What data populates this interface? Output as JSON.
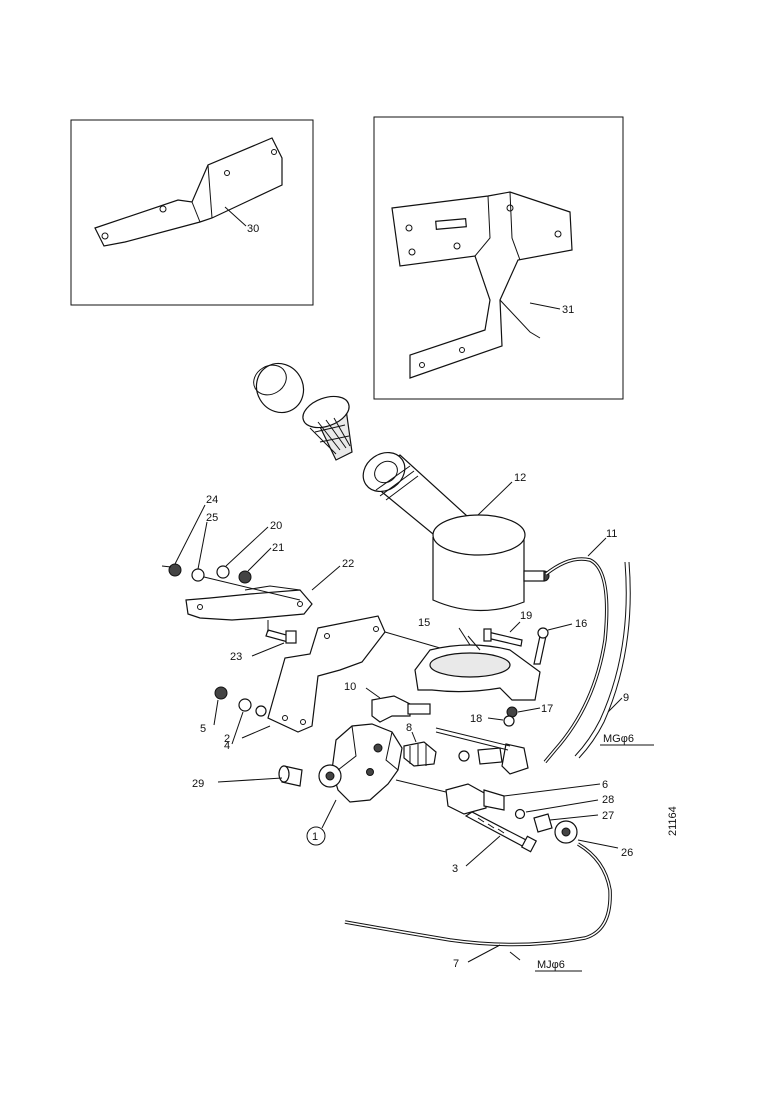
{
  "figure_number": "21164",
  "callouts": {
    "c1": "1",
    "c2": "2",
    "c3": "3",
    "c4": "4",
    "c5": "5",
    "c6": "6",
    "c7": "7",
    "c8": "8",
    "c9": "9",
    "c10": "10",
    "c11": "11",
    "c12": "12",
    "c15": "15",
    "c16": "16",
    "c17": "17",
    "c18": "18",
    "c19": "19",
    "c20": "20",
    "c21": "21",
    "c22": "22",
    "c23": "23",
    "c24": "24",
    "c25": "25",
    "c26": "26",
    "c27": "27",
    "c28": "28",
    "c29": "29",
    "c30": "30",
    "c31": "31"
  },
  "hose_specs": {
    "upper": "MGφ6",
    "lower": "MJφ6"
  }
}
